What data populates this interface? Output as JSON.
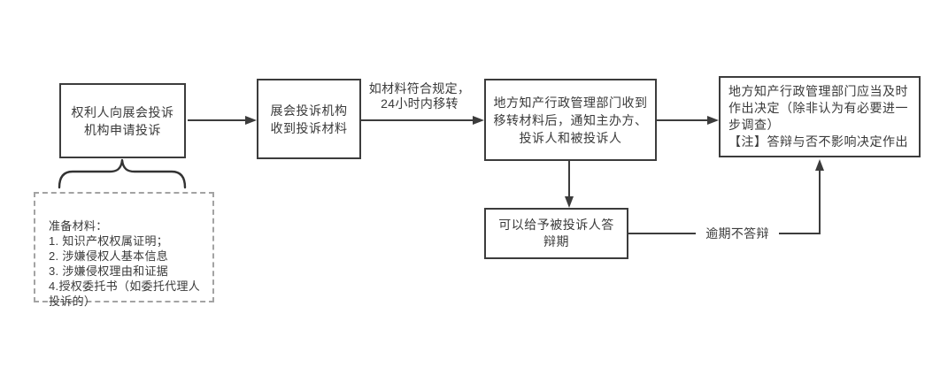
{
  "colors": {
    "line": "#3c3c3c",
    "text": "#3a3a3a",
    "dashed": "#a3a3a3",
    "bg": "#ffffff"
  },
  "flow": {
    "box_apply": "权利人向展会投诉\n机构申请投诉",
    "box_receive": "展会投诉机构\n收到投诉材料",
    "box_notify": "地方知产行政管理部门收到\n移转材料后，通知主办方、\n投诉人和被投诉人",
    "box_decision": "地方知产行政管理部门应当及时\n作出决定（除非认为有必要进一\n步调查）\n【注】答辩与否不影响决定作出",
    "box_reply_period": "可以给予被投诉人答\n辩期",
    "label_transfer": "如材料符合规定，\n24小时内移转",
    "label_overdue": "逾期不答辩",
    "materials_note": "准备材料：\n1. 知识产权权属证明；\n2. 涉嫌侵权人基本信息\n3. 涉嫌侵权理由和证据\n4.授权委托书（如委托代理人\n投诉的）"
  }
}
